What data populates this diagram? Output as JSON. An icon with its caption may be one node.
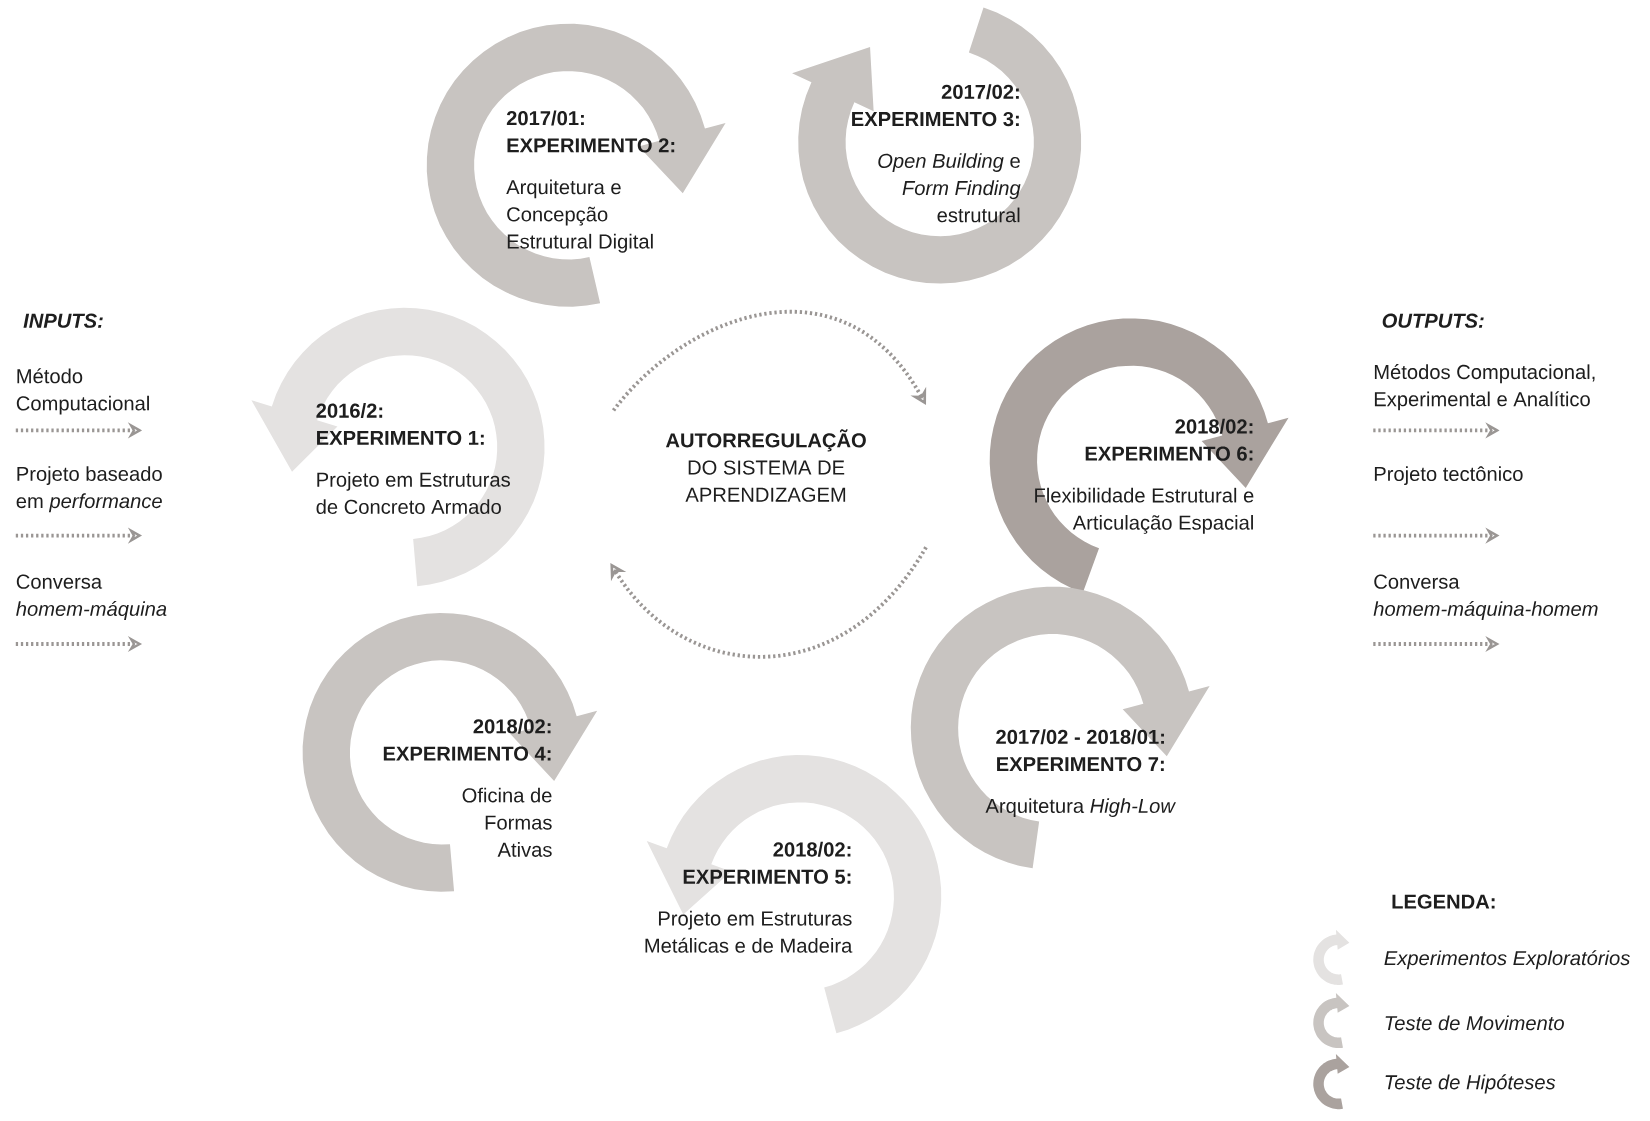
{
  "diagram": {
    "nodes": [
      {
        "text": [
          "2017/01:",
          "EXPERIMENTO 2:",
          "Arquitetura e Concepção Estrutural Digital"
        ]
      },
      {
        "text": [
          "2017/02:",
          "EXPERIMENTO 3:",
          "*Open Building* e *Form Finding* estrutural"
        ]
      },
      {
        "text": [
          "2016/2:",
          "EXPERIMENTO 1:",
          "Projeto em Estruturas de Concreto Armado"
        ]
      },
      {
        "text": [
          "2018/02:",
          "EXPERIMENTO 6:",
          "Flexibilidade Estrutural e Articulação Espacial"
        ]
      },
      {
        "text": [
          "2018/02:",
          "EXPERIMENTO 4:",
          "Oficina de Formas Ativas"
        ]
      },
      {
        "text": [
          "2017/02 - 2018/01:",
          "EXPERIMENTO 7:",
          "Arquitetura *High-Low*"
        ]
      },
      {
        "text": [
          "2018/02:",
          "EXPERIMENTO 5:",
          "Projeto em Estruturas Metálicas e de Madeira"
        ]
      },
      {
        "text": [
          "Método Computacional"
        ]
      },
      {
        "text": [
          "Projeto baseado em *performance*"
        ]
      },
      {
        "text": [
          "Conversa *homem-máquina*"
        ]
      },
      {
        "text": [
          "Métodos Computacional, Experimental e Analítico"
        ]
      },
      {
        "text": [
          "Projeto tectônico"
        ]
      },
      {
        "text": [
          "Conversa *homem-máquina-homem*"
        ]
      }
    ],
    "labels": [
      "INPUTS:",
      "OUTPUTS:",
      "**AUTORREGULAÇÃO** DO SISTEMA DE APRENDIZAGEM",
      "LEGENDA:"
    ],
    "legend": [
      {
        "text": "Experimentos Exploratórios",
        "color": "#e4e2e1"
      },
      {
        "text": "Teste de Movimento",
        "color": "#c8c4c1"
      },
      {
        "text": "Teste de Hipóteses",
        "color": "#aaa29e"
      }
    ]
  }
}
